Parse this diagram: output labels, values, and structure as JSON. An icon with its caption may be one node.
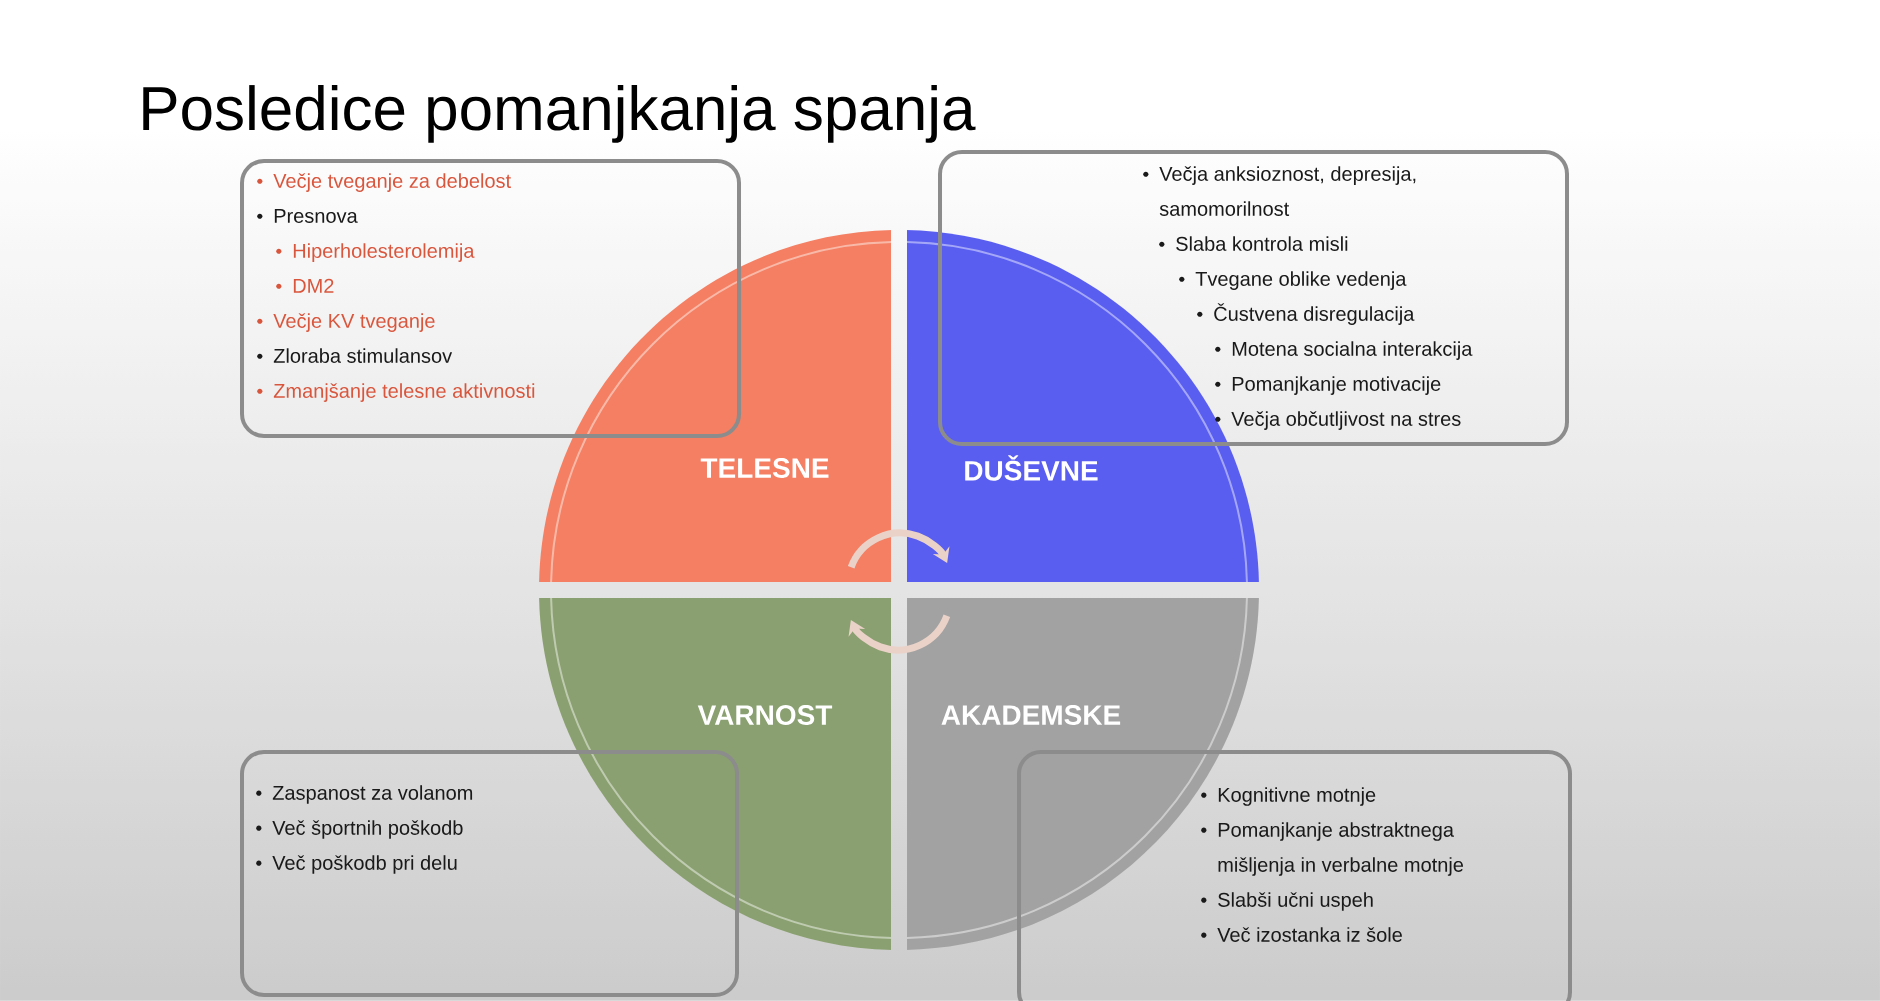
{
  "diagram": {
    "title": "Posledice pomanjkanja spanja",
    "nodes": [
      {
        "text": [
          "TELESNE"
        ]
      },
      {
        "text": [
          "DUŠEVNE"
        ]
      },
      {
        "text": [
          "VARNOST"
        ]
      },
      {
        "text": [
          "AKADEMSKE"
        ]
      },
      {
        "text": [
          "Večje tveganje za debelost",
          "Presnova",
          "Hiperholesterolemija",
          "DM2",
          "Večje KV tveganje",
          "Zloraba stimulansov",
          "Zmanjšanje telesne aktivnosti"
        ]
      },
      {
        "text": [
          "Večja anksioznost, depresija, samomorilnost",
          "Slaba kontrola misli",
          "Tvegane oblike vedenja",
          "Čustvena disregulacija",
          "Motena socialna interakcija",
          "Pomanjkanje motivacije",
          "Večja občutljivost na stres"
        ]
      },
      {
        "text": [
          "Zaspanost za volanom",
          "Več športnih poškodb",
          "Več poškodb pri delu"
        ]
      },
      {
        "text": [
          "Kognitivne motnje",
          "Pomanjkanje abstraktnega mišljenja in verbalne motnje",
          "Slabši učni uspeh",
          "Več izostanka iz šole"
        ]
      }
    ]
  }
}
